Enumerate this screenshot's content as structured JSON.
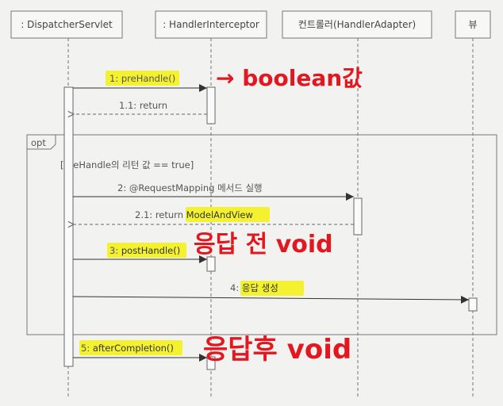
{
  "participants": [
    {
      "label": ": DispatcherServlet"
    },
    {
      "label": ": HandlerInterceptor"
    },
    {
      "label": "컨트롤러(HandlerAdapter)"
    },
    {
      "label": "뷰"
    }
  ],
  "fragment": {
    "operator": "opt",
    "guard": "[preHandle의 리턴 값 == true]"
  },
  "messages": [
    {
      "text": "1: preHandle()",
      "highlight": true
    },
    {
      "text": "1.1: return",
      "highlight": false
    },
    {
      "text_prefix": "2: ",
      "text": "@RequestMapping 메서드 실행",
      "highlight": false
    },
    {
      "text_prefix": "2.1: return ",
      "text": "ModelAndView",
      "highlight": true
    },
    {
      "text_prefix": "3: ",
      "text": "postHandle()",
      "highlight": true
    },
    {
      "text_prefix": "4: ",
      "text": "응답 생성",
      "highlight": true
    },
    {
      "text_prefix": "5: ",
      "text": "afterCompletion()",
      "highlight": true
    }
  ],
  "annotations": {
    "arrow_text": "→ boolean값",
    "before_response": "응답 전 void",
    "after_response": "응답후 void"
  },
  "colors": {
    "highlight": "#f4f230",
    "annotation": "#e3171f",
    "line": "#666666"
  }
}
